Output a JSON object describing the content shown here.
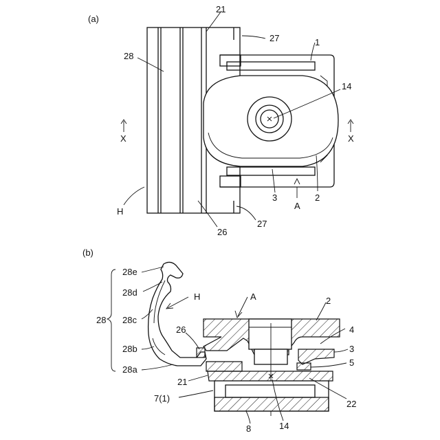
{
  "figure": {
    "panel_a": "(a)",
    "panel_b": "(b)"
  },
  "labels_a": {
    "l21": "21",
    "l27_top": "27",
    "l1": "1",
    "l28": "28",
    "l14": "14",
    "x_left": "X",
    "x_right": "X",
    "l3": "3",
    "l2": "2",
    "lA": "A",
    "lH": "H",
    "l27_bottom": "27",
    "l26": "26"
  },
  "labels_b": {
    "l28e": "28e",
    "l28d": "28d",
    "lH": "H",
    "lA": "A",
    "l2": "2",
    "l28": "28",
    "l28c": "28c",
    "l26": "26",
    "l4": "4",
    "l28b": "28b",
    "l3": "3",
    "l5": "5",
    "l28a": "28a",
    "l21": "21",
    "l7_1": "7(1)",
    "l22": "22",
    "l8": "8",
    "l14": "14"
  }
}
